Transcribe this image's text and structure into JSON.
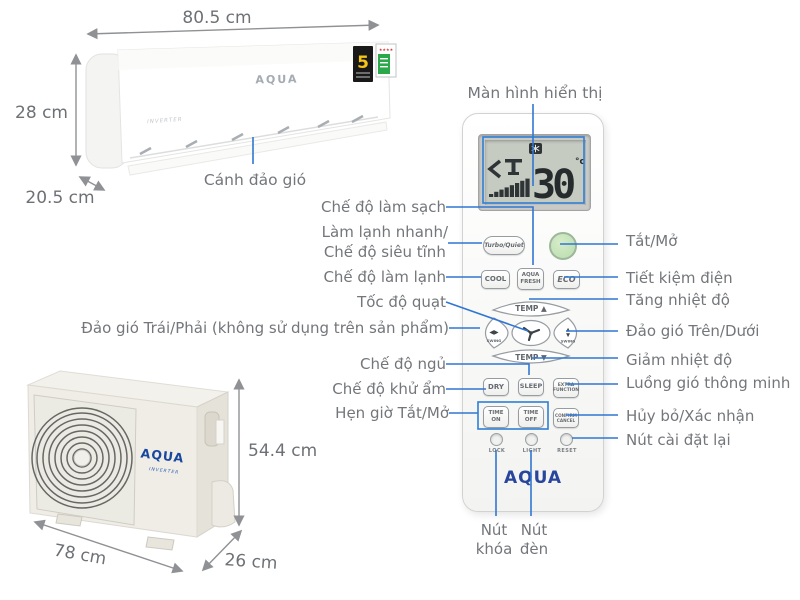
{
  "colors": {
    "callout_line": "#3076d2",
    "highlight_box": "#2f7ed4",
    "label_text": "#73767a",
    "arrow": "#8f9194",
    "brand_blue": "#17479e",
    "power_green": "#c8e5bd"
  },
  "indoor_unit": {
    "width": "80.5 cm",
    "height": "28 cm",
    "depth": "20.5 cm",
    "brand": "AQUA",
    "series": "INVERTER",
    "warranty_badge": "5",
    "energy_stars": "★★★★",
    "callout": "Cánh đảo gió"
  },
  "outdoor_unit": {
    "width": "78 cm",
    "depth": "26 cm",
    "height": "54.4 cm",
    "brand": "AQUA",
    "series": "INVERTER"
  },
  "remote": {
    "display_callout": "Màn hình hiển thị",
    "display": {
      "temperature": "30",
      "unit": "°c"
    },
    "buttons": {
      "turbo_quiet": "Turbo/Quiet",
      "cool": "COOL",
      "aqua_fresh_1": "AQUA",
      "aqua_fresh_2": "FRESH",
      "eco": "ECO",
      "temp_up": "TEMP ▲",
      "temp_down": "TEMP ▼",
      "swing": "SWING",
      "swing_left_icon": "◀▶",
      "swing_up_glyph": "▲",
      "swing_down_glyph": "▼",
      "dry": "DRY",
      "sleep": "SLEEP",
      "extra_1": "EXTRA",
      "extra_2": "FUNCTION",
      "time_on_1": "TIME",
      "time_on_2": "ON",
      "time_off_1": "TIME",
      "time_off_2": "OFF",
      "confirm_1": "CONFIRM",
      "confirm_2": "CANCEL",
      "lock": "LOCK",
      "light": "LIGHT",
      "reset": "RESET"
    },
    "brand": "AQUA"
  },
  "callouts": {
    "left": [
      {
        "text": "Chế độ làm sạch"
      },
      {
        "text": "Làm lạnh nhanh/",
        "text2": "Chế độ siêu tĩnh"
      },
      {
        "text": "Chế độ làm lạnh"
      },
      {
        "text": "Tốc độ quạt"
      },
      {
        "text": "Đảo gió Trái/Phải (không sử dụng trên sản phẩm)"
      },
      {
        "text": "Chế độ ngủ"
      },
      {
        "text": "Chế độ khử ẩm"
      },
      {
        "text": "Hẹn giờ Tắt/Mở"
      }
    ],
    "right": [
      {
        "text": "Tắt/Mở"
      },
      {
        "text": "Tiết kiệm điện"
      },
      {
        "text": "Tăng nhiệt độ"
      },
      {
        "text": "Đảo gió Trên/Dưới"
      },
      {
        "text": "Giảm nhiệt độ"
      },
      {
        "text": "Luồng gió thông minh"
      },
      {
        "text": "Hủy bỏ/Xác nhận"
      },
      {
        "text": "Nút cài đặt lại"
      }
    ],
    "bottom": [
      {
        "text": "Nút khóa"
      },
      {
        "text": "Nút đèn"
      }
    ]
  }
}
